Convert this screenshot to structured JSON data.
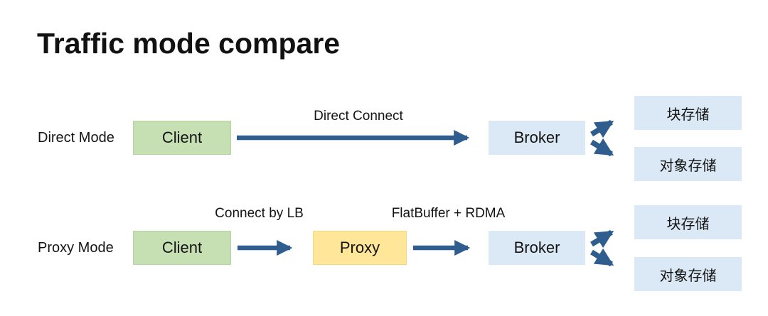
{
  "title": "Traffic mode compare",
  "colors": {
    "client_fill": "#c6e0b4",
    "proxy_fill": "#ffe699",
    "broker_fill": "#dbe8f5",
    "storage_fill": "#dbe8f5",
    "arrow": "#2e5d8e",
    "text": "#141414"
  },
  "rows": [
    {
      "mode_label": "Direct Mode",
      "client_label": "Client",
      "broker_label": "Broker",
      "arrow_label": "Direct Connect",
      "storage_top_label": "块存储",
      "storage_bottom_label": "对象存储"
    },
    {
      "mode_label": "Proxy Mode",
      "client_label": "Client",
      "proxy_label": "Proxy",
      "broker_label": "Broker",
      "arrow1_label": "Connect by LB",
      "arrow2_label": "FlatBuffer + RDMA",
      "storage_top_label": "块存储",
      "storage_bottom_label": "对象存储"
    }
  ]
}
